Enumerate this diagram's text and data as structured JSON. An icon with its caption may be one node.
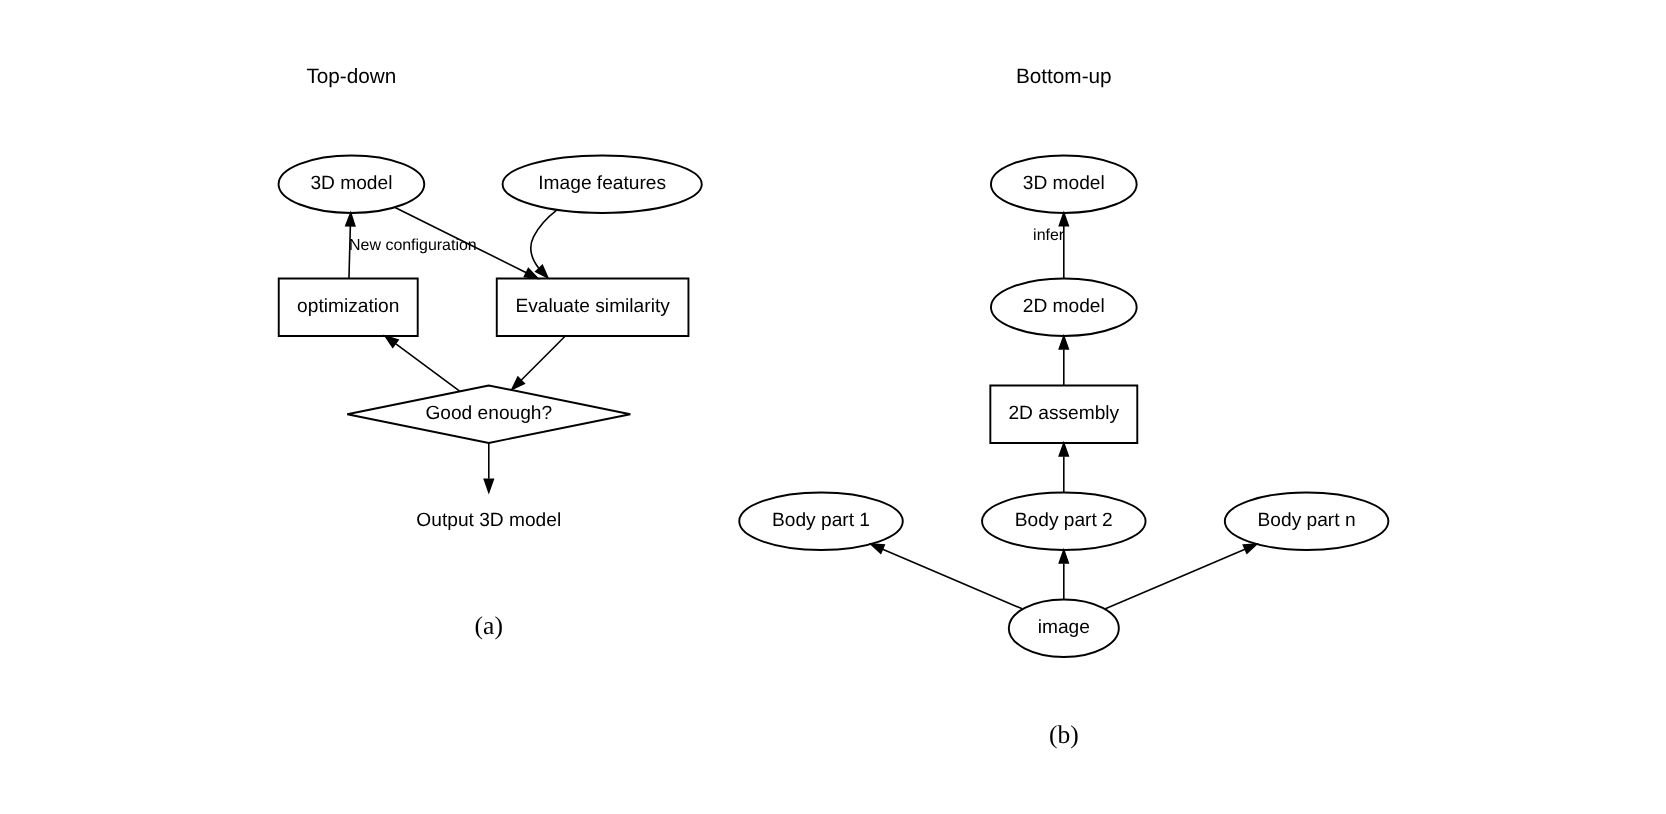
{
  "diagram": {
    "nodes": [
      {
        "text": [
          "3D model"
        ]
      },
      {
        "text": [
          "Image features"
        ]
      },
      {
        "text": [
          "Evaluate similarity"
        ]
      },
      {
        "text": [
          "optimization"
        ]
      },
      {
        "text": [
          "Good enough?"
        ]
      },
      {
        "text": [
          "Output 3D model"
        ]
      },
      {
        "text": [
          "3D model"
        ]
      },
      {
        "text": [
          "2D model"
        ]
      },
      {
        "text": [
          "2D assembly"
        ]
      },
      {
        "text": [
          "Body part 1"
        ]
      },
      {
        "text": [
          "Body part 2"
        ]
      },
      {
        "text": [
          "Body part n"
        ]
      },
      {
        "text": [
          "image"
        ]
      }
    ],
    "edges": [
      {
        "from": 0,
        "to": 2,
        "arrow": "to"
      },
      {
        "from": 1,
        "to": 2,
        "arrow": "to"
      },
      {
        "from": 2,
        "to": 4,
        "arrow": "to"
      },
      {
        "from": 4,
        "to": 3,
        "arrow": "to"
      },
      {
        "from": 3,
        "to": 0,
        "arrow": "to",
        "label": "New configuration"
      },
      {
        "from": 4,
        "to": 5,
        "arrow": "to"
      },
      {
        "from": 7,
        "to": 6,
        "arrow": "to",
        "label": "infer"
      },
      {
        "from": 8,
        "to": 7,
        "arrow": "to"
      },
      {
        "from": 10,
        "to": 8,
        "arrow": "to"
      },
      {
        "from": 12,
        "to": 9,
        "arrow": "to"
      },
      {
        "from": 12,
        "to": 10,
        "arrow": "to"
      },
      {
        "from": 12,
        "to": 11,
        "arrow": "to"
      }
    ],
    "labels": [
      "Top-down",
      "Bottom-up",
      "(a)",
      "(b)"
    ]
  }
}
